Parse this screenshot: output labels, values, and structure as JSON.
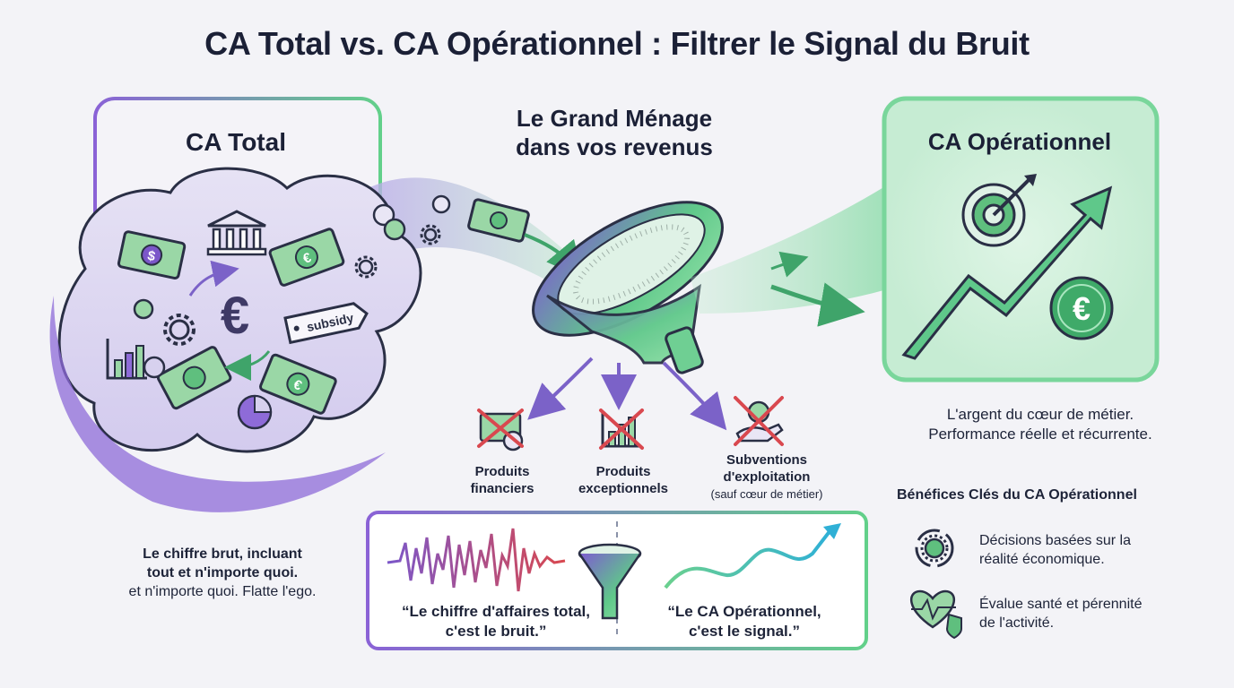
{
  "title": "CA Total vs. CA Opérationnel : Filtrer le Signal du Bruit",
  "left": {
    "title": "CA Total",
    "subsidy_tag": "subsidy",
    "desc_line1": "Le chiffre brut, incluant",
    "desc_line2": "tout et n'importe quoi.",
    "desc_line3": "et n'importe quoi. Flatte l'ego."
  },
  "center": {
    "title_line1": "Le Grand Ménage",
    "title_line2": "dans vos revenus",
    "categories": [
      {
        "line1": "Produits",
        "line2": "financiers",
        "icon": "money-crossed-icon"
      },
      {
        "line1": "Produits",
        "line2": "exceptionnels",
        "icon": "chart-crossed-icon"
      },
      {
        "line1": "Subventions",
        "line2": "d'exploitation",
        "note": "(sauf cœur de métier)",
        "icon": "hand-coin-crossed-icon"
      }
    ],
    "quote_noise_line1": "“Le chiffre d'affaires total,",
    "quote_noise_line2": "c'est le bruit.”",
    "quote_signal_line1": "“Le CA Opérationnel,",
    "quote_signal_line2": "c'est le signal.”"
  },
  "right": {
    "title": "CA Opérationnel",
    "desc_line1": "L'argent du cœur de métier.",
    "desc_line2": "Performance réelle et récurrente.",
    "benefits_title": "Bénéfices Clés du CA Opérationnel",
    "benefits": [
      {
        "line1": "Décisions basées sur la",
        "line2": "réalité économique.",
        "icon": "gear-cycle-icon"
      },
      {
        "line1": "Évalue santé et pérennité",
        "line2": "de l'activité.",
        "icon": "heart-shield-icon"
      }
    ]
  },
  "colors": {
    "purple": "#7b57c9",
    "green": "#4cc27a",
    "dark": "#1d2338",
    "red": "#d9484f"
  }
}
